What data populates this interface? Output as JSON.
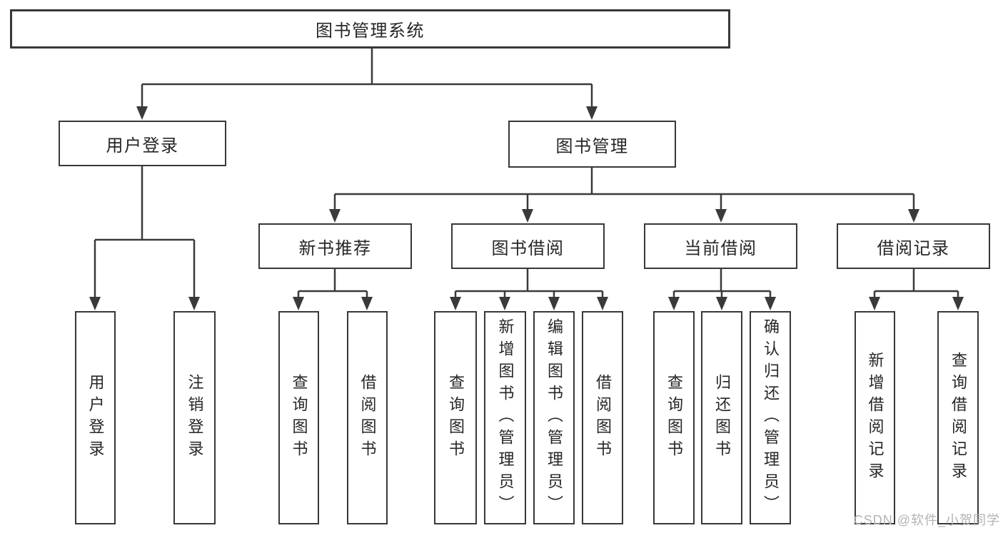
{
  "diagram_title": "图书管理系统",
  "tree": {
    "label": "图书管理系统",
    "children": [
      {
        "label": "用户登录",
        "children": [
          {
            "label": "用户登录"
          },
          {
            "label": "注销登录"
          }
        ]
      },
      {
        "label": "图书管理",
        "children": [
          {
            "label": "新书推荐",
            "children": [
              {
                "label": "查询图书"
              },
              {
                "label": "借阅图书"
              }
            ]
          },
          {
            "label": "图书借阅",
            "children": [
              {
                "label": "查询图书"
              },
              {
                "label": "新增图书（管理员）"
              },
              {
                "label": "编辑图书（管理员）"
              },
              {
                "label": "借阅图书"
              }
            ]
          },
          {
            "label": "当前借阅",
            "children": [
              {
                "label": "查询图书"
              },
              {
                "label": "归还图书"
              },
              {
                "label": "确认归还（管理员）"
              }
            ]
          },
          {
            "label": "借阅记录",
            "children": [
              {
                "label": "新增借阅记录"
              },
              {
                "label": "查询借阅记录"
              }
            ]
          }
        ]
      }
    ]
  },
  "watermark": {
    "text": "CSDN @软件_小贺同学"
  },
  "colors": {
    "line": "#3a3a3a",
    "box_border": "#383838",
    "box_fill": "#ffffff",
    "text": "#262626",
    "watermark": "#b3b3b3",
    "background": "#ffffff"
  }
}
